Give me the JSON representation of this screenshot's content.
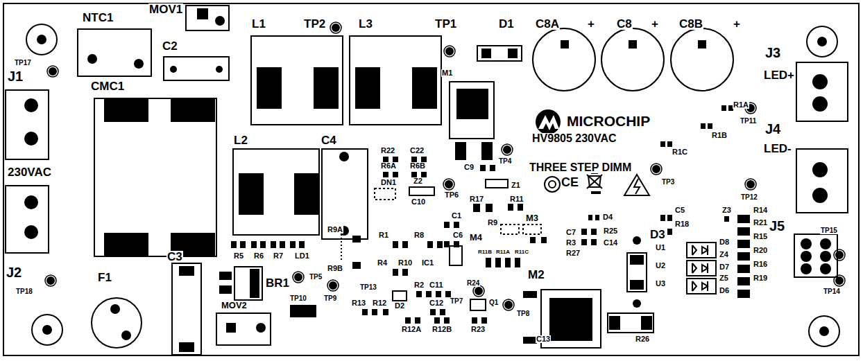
{
  "diagram": {
    "labels": [
      "NTC1",
      "MOV1",
      "L1",
      "TP2",
      "L3",
      "TP1",
      "D1",
      "C8A",
      "+",
      "C8",
      "+",
      "C8B",
      "+",
      "TP17",
      "J1",
      "C2",
      "CMC1",
      "M1",
      "J3",
      "LED+",
      "MICROCHIP",
      "R1A",
      "TP11",
      "R1B",
      "J4",
      "HV9805 230VAC",
      "R1C",
      "LED-",
      "L2",
      "C4",
      "R22",
      "C22",
      "TP4",
      "230VAC",
      "THREE STEP DIMM",
      "R6A",
      "R6B",
      "C9",
      "DN1",
      "Z2",
      "TP6",
      "Z1",
      "TP3",
      "R17",
      "R11",
      "C10",
      "TP12",
      "C1",
      "D4",
      "C5",
      "Z3",
      "R14",
      "R9",
      "M3",
      "C7",
      "R25",
      "R9A",
      "R1",
      "R8",
      "C6",
      "M4",
      "R3",
      "C14",
      "R18",
      "J5",
      "TP15",
      "R21",
      "R27",
      "D3",
      "R15",
      "D8",
      "R5",
      "R6",
      "R7",
      "LD1",
      "R9B",
      "R4",
      "R10",
      "IC1",
      "R11B",
      "R11A",
      "R11C",
      "U1",
      "Z4",
      "R20",
      "J2",
      "F1",
      "C3",
      "BR1",
      "TP5",
      "U2",
      "D7",
      "M2",
      "TP14",
      "R16",
      "TP13",
      "R2",
      "C11",
      "R24",
      "Z5",
      "TP18",
      "R19",
      "TP7",
      "U3",
      "Q1",
      "D6",
      "TP10",
      "TP9",
      "MOV2",
      "R13",
      "R12",
      "D2",
      "C12",
      "TP8",
      "C13",
      "R26",
      "R12A",
      "R12B",
      "R23",
      "CE"
    ]
  }
}
